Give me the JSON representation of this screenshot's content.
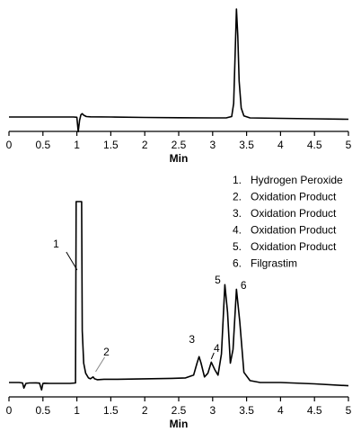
{
  "chart_data": [
    {
      "type": "line",
      "xlabel": "Min",
      "xlim": [
        0,
        5
      ],
      "x_ticks": [
        "0",
        "0.5",
        "1",
        "1.5",
        "2",
        "2.5",
        "3",
        "3.5",
        "4",
        "4.5",
        "5"
      ],
      "grid": false,
      "series": [
        {
          "x": [
            0,
            0.5,
            0.95,
            1.0,
            1.02,
            1.04,
            1.06,
            1.08,
            1.1,
            1.14,
            1.2,
            1.5,
            2.0,
            2.5,
            3.0,
            3.2,
            3.28,
            3.31,
            3.33,
            3.35,
            3.37,
            3.39,
            3.42,
            3.46,
            3.55,
            4.0,
            4.5,
            5.0
          ],
          "y": [
            2.0,
            2.0,
            2.0,
            1.9,
            -4.5,
            0.5,
            3.0,
            3.5,
            2.8,
            2.2,
            2.1,
            2.0,
            1.8,
            1.7,
            1.6,
            1.6,
            2.2,
            8.0,
            28.0,
            50.0,
            38.0,
            18.0,
            6.0,
            2.5,
            1.6,
            1.4,
            1.2,
            1.0
          ]
        }
      ]
    },
    {
      "type": "line",
      "xlabel": "Min",
      "xlim": [
        0,
        5
      ],
      "x_ticks": [
        "0",
        "0.5",
        "1",
        "1.5",
        "2",
        "2.5",
        "3",
        "3.5",
        "4",
        "4.5",
        "5"
      ],
      "grid": false,
      "legend": {
        "position": "top-right",
        "entries": [
          {
            "num": "1.",
            "label": "Hydrogen Peroxide"
          },
          {
            "num": "2.",
            "label": "Oxidation Product"
          },
          {
            "num": "3.",
            "label": "Oxidation Product"
          },
          {
            "num": "4.",
            "label": "Oxidation Product"
          },
          {
            "num": "5.",
            "label": "Oxidation Product"
          },
          {
            "num": "6.",
            "label": "Filgrastim"
          }
        ]
      },
      "peaks": [
        {
          "label": "1",
          "x": 1.03
        },
        {
          "label": "2",
          "x": 1.25
        },
        {
          "label": "3",
          "x": 2.8
        },
        {
          "label": "4",
          "x": 2.98
        },
        {
          "label": "5",
          "x": 3.18
        },
        {
          "label": "6",
          "x": 3.35
        }
      ],
      "series": [
        {
          "x": [
            0,
            0.15,
            0.2,
            0.22,
            0.25,
            0.3,
            0.4,
            0.45,
            0.48,
            0.5,
            0.52,
            0.6,
            0.9,
            0.98,
            0.99,
            1.0,
            1.07,
            1.08,
            1.1,
            1.13,
            1.17,
            1.2,
            1.24,
            1.26,
            1.3,
            1.4,
            1.6,
            2.0,
            2.4,
            2.6,
            2.72,
            2.77,
            2.8,
            2.83,
            2.88,
            2.93,
            2.98,
            3.03,
            3.08,
            3.13,
            3.18,
            3.22,
            3.26,
            3.3,
            3.35,
            3.4,
            3.46,
            3.55,
            3.7,
            4.0,
            4.5,
            5.0
          ],
          "y": [
            4.0,
            4.0,
            3.5,
            -2.0,
            3.0,
            3.5,
            3.6,
            3.3,
            -4.0,
            3.0,
            3.2,
            3.0,
            3.0,
            3.5,
            200.0,
            200.0,
            200.0,
            60.0,
            25.0,
            14.0,
            9.0,
            8.0,
            10.0,
            8.0,
            7.0,
            7.5,
            7.5,
            8.0,
            8.5,
            9.0,
            12.0,
            25.0,
            32.0,
            25.0,
            10.0,
            14.0,
            26.0,
            18.0,
            12.0,
            35.0,
            110.0,
            80.0,
            25.0,
            40.0,
            105.0,
            70.0,
            15.0,
            6.0,
            4.0,
            4.0,
            2.5,
            0.5
          ]
        }
      ]
    }
  ]
}
